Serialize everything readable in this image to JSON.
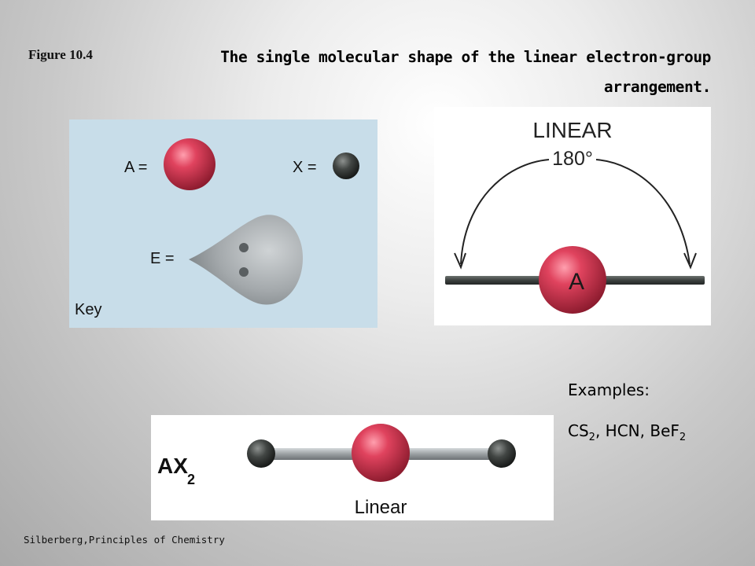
{
  "figure_label": "Figure 10.4",
  "title": "The single molecular shape of the linear electron-group arrangement.",
  "key_panel": {
    "a_label": "A =",
    "x_label": "X =",
    "e_label": "E =",
    "key_caption": "Key"
  },
  "linear_panel": {
    "shape_name": "LINEAR",
    "angle": "180°",
    "central_atom": "A"
  },
  "ax2_panel": {
    "formula_main": "AX",
    "formula_sub": "2",
    "shape_caption": "Linear"
  },
  "examples": {
    "heading": "Examples:",
    "formulas": [
      {
        "main": "CS",
        "sub": "2",
        "suffix": ", "
      },
      {
        "main": "HCN",
        "sub": "",
        "suffix": ", "
      },
      {
        "main": "BeF",
        "sub": "2",
        "suffix": ""
      }
    ]
  },
  "credit": "Silberberg,Principles of Chemistry",
  "colors": {
    "atom_a": "#d4334f",
    "atom_x": "#3a3d3c",
    "lone_pair": "#a8adaf",
    "key_background": "#c8dde9"
  }
}
